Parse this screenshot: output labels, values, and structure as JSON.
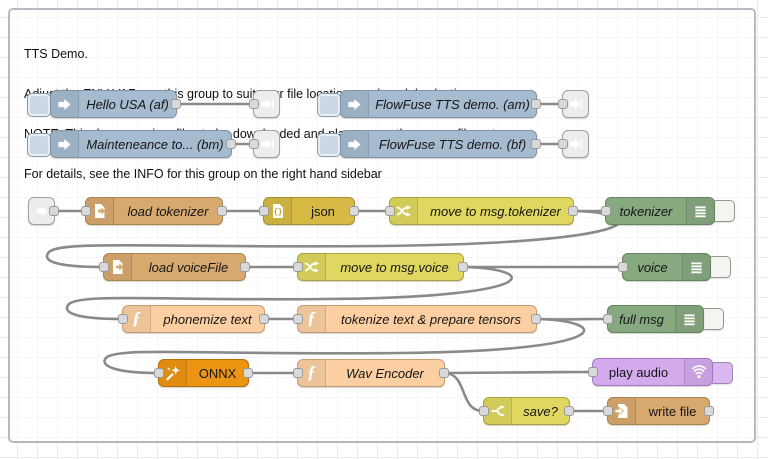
{
  "group": {
    "lines": [
      "TTS Demo.",
      "Adjust the ENV VARs on this group to suit your file locations and model selection",
      "NOTE: This demo requires files to be downloaded and place correctly on your filesystem",
      "For details, see the INFO for this group on the right hand sidebar"
    ]
  },
  "nodes": {
    "inject_hello": {
      "label": "Hello USA (af)"
    },
    "inject_flowfuse_am": {
      "label": "FlowFuse TTS demo. (am)"
    },
    "inject_maintenance": {
      "label": "Mainteneance to... (bm)"
    },
    "inject_flowfuse_bf": {
      "label": "FlowFuse TTS demo. (bf)"
    },
    "load_tokenizer": {
      "label": "load tokenizer"
    },
    "json": {
      "label": "json"
    },
    "move_tokenizer": {
      "label": "move to msg.tokenizer"
    },
    "debug_tokenizer": {
      "label": "tokenizer"
    },
    "load_voicefile": {
      "label": "load voiceFile"
    },
    "move_voice": {
      "label": "move to msg.voice"
    },
    "debug_voice": {
      "label": "voice"
    },
    "phonemize": {
      "label": "phonemize text"
    },
    "tokenize_tensors": {
      "label": "tokenize text & prepare tensors"
    },
    "debug_fullmsg": {
      "label": "full msg"
    },
    "onnx": {
      "label": "ONNX"
    },
    "wav_encoder": {
      "label": "Wav Encoder"
    },
    "play_audio": {
      "label": "play audio"
    },
    "switch_save": {
      "label": "save?"
    },
    "write_file": {
      "label": "write file"
    }
  },
  "colors": {
    "inject": "#a6bbcf",
    "file": "#d7a96e",
    "json": "#d6ba45",
    "change_switch": "#dfd75f",
    "debug": "#87a980",
    "function": "#fbcfa2",
    "onnx": "#ec9513",
    "play_audio": "#d3abec",
    "link": "#ededed",
    "wire": "#8a8a8a"
  }
}
